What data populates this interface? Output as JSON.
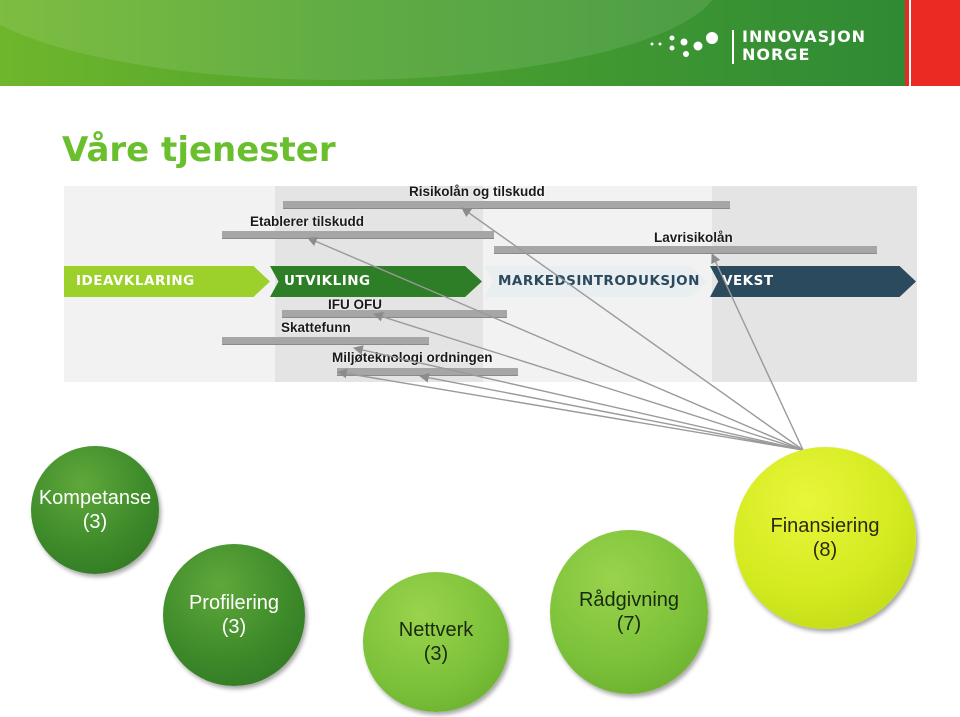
{
  "header": {
    "logo_line1": "INNOVASJON",
    "logo_line2": "NORGE",
    "brand_green": "#4ea32f",
    "accent_red": "#ec2a24"
  },
  "title": "Våre tjenester",
  "phases": [
    {
      "label": "IDEAVKLARING",
      "color": "#9bd12a"
    },
    {
      "label": "UTVIKLING",
      "color": "#2e7d27"
    },
    {
      "label": "MARKEDSINTRODUKSJON",
      "color": "#e9eef0"
    },
    {
      "label": "VEKST",
      "color": "#2b4a5e"
    }
  ],
  "instruments": {
    "risikolan": "Risikolån og tilskudd",
    "etablerer": "Etablerer tilskudd",
    "lavrisiko": "Lavrisikolån",
    "ifu_ofu": "IFU OFU",
    "skattefunn": "Skattefunn",
    "miljo": "Miljøteknologi ordningen"
  },
  "services": [
    {
      "name": "Kompetanse",
      "count": "(3)"
    },
    {
      "name": "Profilering",
      "count": "(3)"
    },
    {
      "name": "Nettverk",
      "count": "(3)"
    },
    {
      "name": "Rådgivning",
      "count": "(7)"
    },
    {
      "name": "Finansiering",
      "count": "(8)"
    }
  ]
}
